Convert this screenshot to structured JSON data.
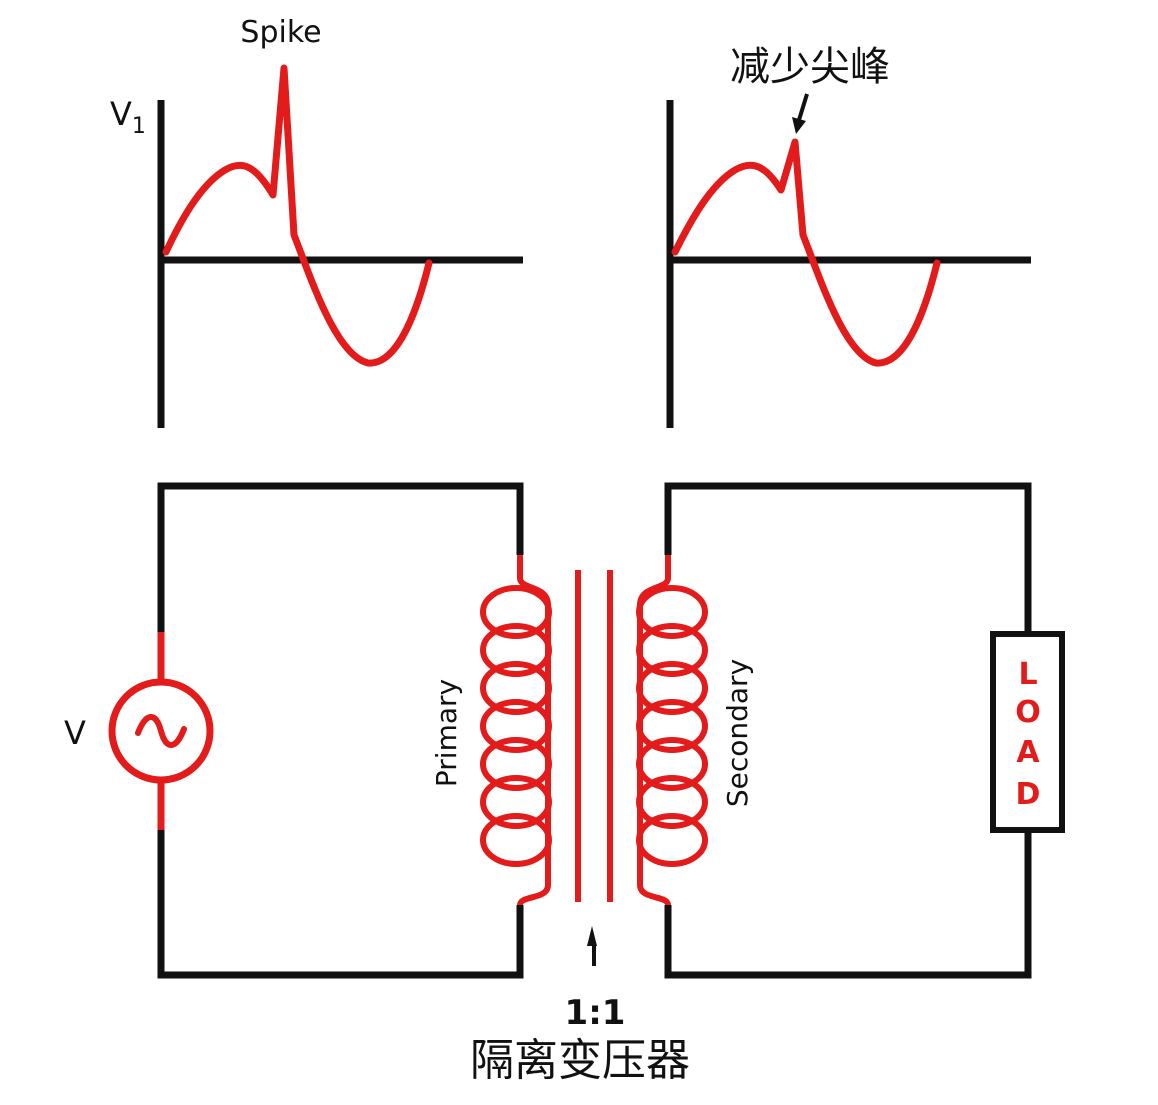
{
  "colors": {
    "ink": "#111111",
    "red": "#e31b1b",
    "background": "#ffffff"
  },
  "graph_left": {
    "y_label_main": "V",
    "y_label_sub": "1",
    "annotation": "Spike"
  },
  "graph_right": {
    "annotation": "减少尖峰"
  },
  "circuit": {
    "source_label": "V",
    "primary_label": "Primary",
    "secondary_label": "Secondary",
    "load_letters": [
      "L",
      "O",
      "A",
      "D"
    ],
    "ratio_label": "1:1",
    "transformer_caption": "隔离变压器"
  }
}
